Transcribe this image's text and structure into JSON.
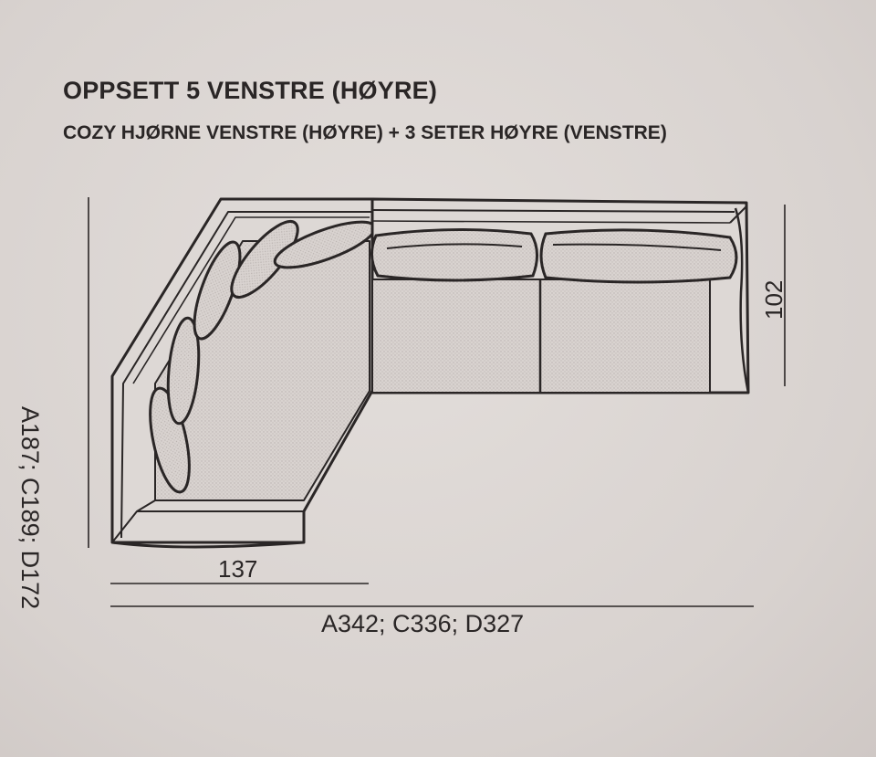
{
  "header": {
    "title": "OPPSETT 5 VENSTRE (HØYRE)",
    "subtitle": "COZY HJØRNE VENSTRE (HØYRE) + 3 SETER HØYRE (VENSTRE)"
  },
  "dimensions": {
    "corner_width": "137",
    "total_width": "A342; C336; D327",
    "corner_depth": "A187; C189; D172",
    "seat_depth": "102"
  }
}
